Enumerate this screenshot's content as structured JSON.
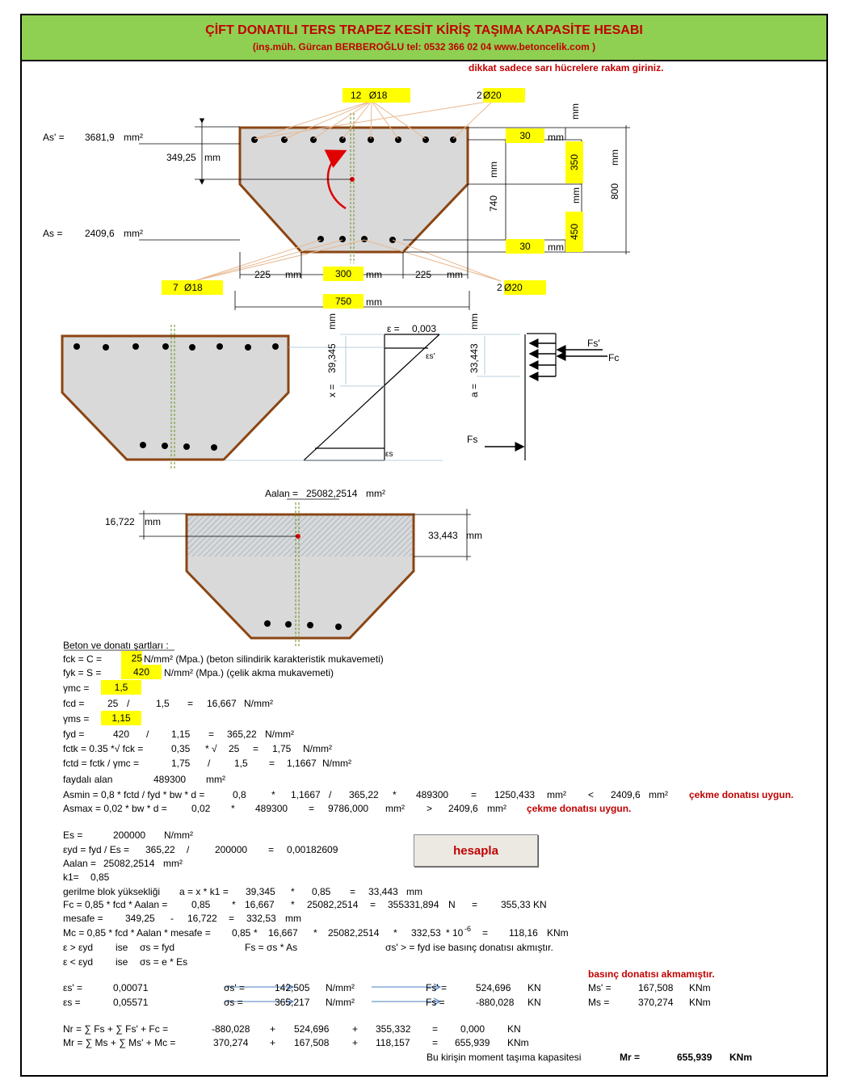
{
  "header": {
    "title": "ÇİFT DONATILI TERS TRAPEZ KESİT KİRİŞ TAŞIMA KAPASİTE HESABI",
    "subtitle": "(inş.müh. Gürcan BERBEROĞLU tel: 0532 366 02 04    www.betoncelik.com )"
  },
  "warning": "dikkat sadece sarı hücrelere rakam giriniz.",
  "section": {
    "as_top_label": "As' =",
    "as_top_value": "3681,9",
    "as_top_unit": "mm²",
    "as_bot_label": "As =",
    "as_bot_value": "2409,6",
    "as_bot_unit": "mm²",
    "top_bars_count": "12",
    "top_bars_dia": "Ø18",
    "top_extra_count": "2",
    "top_extra_dia": "Ø20",
    "bot_bars_count": "7",
    "bot_bars_dia": "Ø18",
    "bot_extra_count": "2",
    "bot_extra_dia": "Ø20",
    "dist_centroid": "349,25",
    "cover_top": "30",
    "cover_bot": "30",
    "h_top": "350",
    "h_bot": "450",
    "d": "740",
    "h": "800",
    "w_side_left": "225",
    "w_bottom": "300",
    "w_side_right": "225",
    "w_top": "750",
    "mm": "mm"
  },
  "strain": {
    "eps_c_label": "ε =",
    "eps_c": "0,003",
    "eps_s_top": "εs'",
    "eps_s": "εs",
    "x_label": "x =",
    "x_value": "39,345",
    "a_label": "a =",
    "a_value": "33,443",
    "fs_top": "Fs'",
    "fc": "Fc",
    "fs": "Fs"
  },
  "area": {
    "label": "Aalan =",
    "value": "25082,2514",
    "unit": "mm²",
    "half_a": "16,722",
    "a": "33,443"
  },
  "calc": {
    "heading": "Beton ve donatı şartları :",
    "fck_label": "fck = C =",
    "fck": "25",
    "fck_desc": "N/mm² (Mpa.) (beton silindirik karakteristik mukavemeti)",
    "fyk_label": "fyk = S =",
    "fyk": "420",
    "fyk_desc": "N/mm² (Mpa.) (çelik akma mukavemeti)",
    "gmc_label": "γmc =",
    "gmc": "1,5",
    "fcd_line": [
      "fcd =",
      "25",
      "/",
      "1,5",
      "=",
      "16,667",
      "N/mm²"
    ],
    "gms_label": "γms =",
    "gms": "1,15",
    "fyd_line": [
      "fyd =",
      "420",
      "/",
      "1,15",
      "=",
      "365,22",
      "N/mm²"
    ],
    "fctk_line": [
      "fctk = 0.35 *√ fck =",
      "0,35",
      "* √",
      "25",
      "=",
      "1,75",
      "N/mm²"
    ],
    "fctd_line": [
      "fctd = fctk / γmc =",
      "1,75",
      "/",
      "1,5",
      "=",
      "1,1667",
      "N/mm²"
    ],
    "faydali": [
      "faydalı alan",
      "489300",
      "mm²"
    ],
    "asmin": [
      "Asmin = 0,8 * fctd / fyd * bw * d =",
      "0,8",
      "*",
      "1,1667",
      "/",
      "365,22",
      "*",
      "489300",
      "=",
      "1250,433",
      "mm²",
      "<",
      "2409,6",
      "mm²"
    ],
    "asmin_ok": "çekme donatısı uygun.",
    "asmax": [
      "Asmax = 0,02 * bw * d =",
      "0,02",
      "*",
      "489300",
      "=",
      "9786,000",
      "mm²",
      ">",
      "2409,6",
      "mm²"
    ],
    "asmax_ok": "çekme donatısı uygun.",
    "es_line": [
      "Es =",
      "200000",
      "N/mm²"
    ],
    "eyd_line": [
      "εyd = fyd / Es =",
      "365,22",
      "/",
      "200000",
      "=",
      "0,00182609"
    ],
    "aalan_line": [
      "Aalan =",
      "25082,2514",
      "mm²"
    ],
    "k1_line": [
      "k1=",
      "0,85"
    ],
    "a_line": [
      "gerilme blok yüksekliği",
      "a = x * k1 =",
      "39,345",
      "*",
      "0,85",
      "=",
      "33,443",
      "mm"
    ],
    "fc_line": [
      "Fc = 0,85 * fcd * Aalan =",
      "0,85",
      "*",
      "16,667",
      "*",
      "25082,2514",
      "=",
      "355331,894",
      "N",
      "=",
      "355,33",
      "KN"
    ],
    "mesafe_line": [
      "mesafe =",
      "349,25",
      "-",
      "16,722",
      "=",
      "332,53",
      "mm"
    ],
    "mc_line": [
      "Mc = 0,85 * fcd * Aalan * mesafe =",
      "0,85",
      "*",
      "16,667",
      "*",
      "25082,2514",
      "*",
      "332,53",
      "* 10",
      "-6",
      "=",
      "118,16",
      "KNm"
    ],
    "rule1": [
      "ε  >  εyd",
      "ise",
      "σs = fyd",
      "Fs = σs * As",
      "σs'  > = fyd  ise basınç donatısı akmıştır."
    ],
    "rule2": [
      "ε  <  εyd",
      "ise",
      "σs = e * Es"
    ],
    "button": "hesapla",
    "comp_status": "basınç donatısı akmamıştır.",
    "es_top": [
      "εs' =",
      "0,00071",
      "σs' =",
      "142,505",
      "N/mm²",
      "Fs' =",
      "524,696",
      "KN",
      "Ms' =",
      "167,508",
      "KNm"
    ],
    "es_bot": [
      "εs =",
      "0,05571",
      "σs =",
      "365,217",
      "N/mm²",
      "Fs =",
      "-880,028",
      "KN",
      "Ms =",
      "370,274",
      "KNm"
    ],
    "nr_line": [
      "Nr = ∑ Fs + ∑ Fs' + Fc =",
      "-880,028",
      "+",
      "524,696",
      "+",
      "355,332",
      "=",
      "0,000",
      "KN"
    ],
    "mr_line": [
      "Mr = ∑ Ms + ∑ Ms' + Mc =",
      "370,274",
      "+",
      "167,508",
      "+",
      "118,157",
      "=",
      "655,939",
      "KNm"
    ],
    "final_label": "Bu kirişin moment taşıma kapasitesi",
    "final_mr": "Mr =",
    "final_value": "655,939",
    "final_unit": "KNm"
  },
  "colors": {
    "header_bg": "#8fd052",
    "accent_red": "#c00000",
    "input_yellow": "#ffff00",
    "section_outline": "#8b4513",
    "section_fill": "#d9d9d9"
  }
}
